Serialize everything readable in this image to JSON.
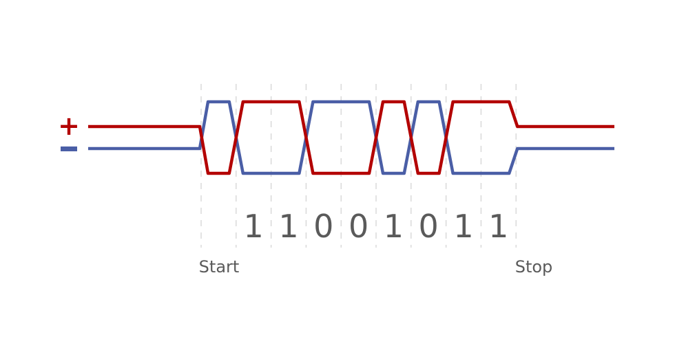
{
  "signal": {
    "positive_symbol": "+",
    "negative_symbol": "−",
    "positive_color": "#b30000",
    "negative_color": "#4a5ea6",
    "grid_color": "#d4d4d4",
    "text_color": "#5a5a5a",
    "bits": [
      "1",
      "1",
      "0",
      "0",
      "1",
      "0",
      "1",
      "1"
    ],
    "start_label": "Start",
    "stop_label": "Stop"
  }
}
